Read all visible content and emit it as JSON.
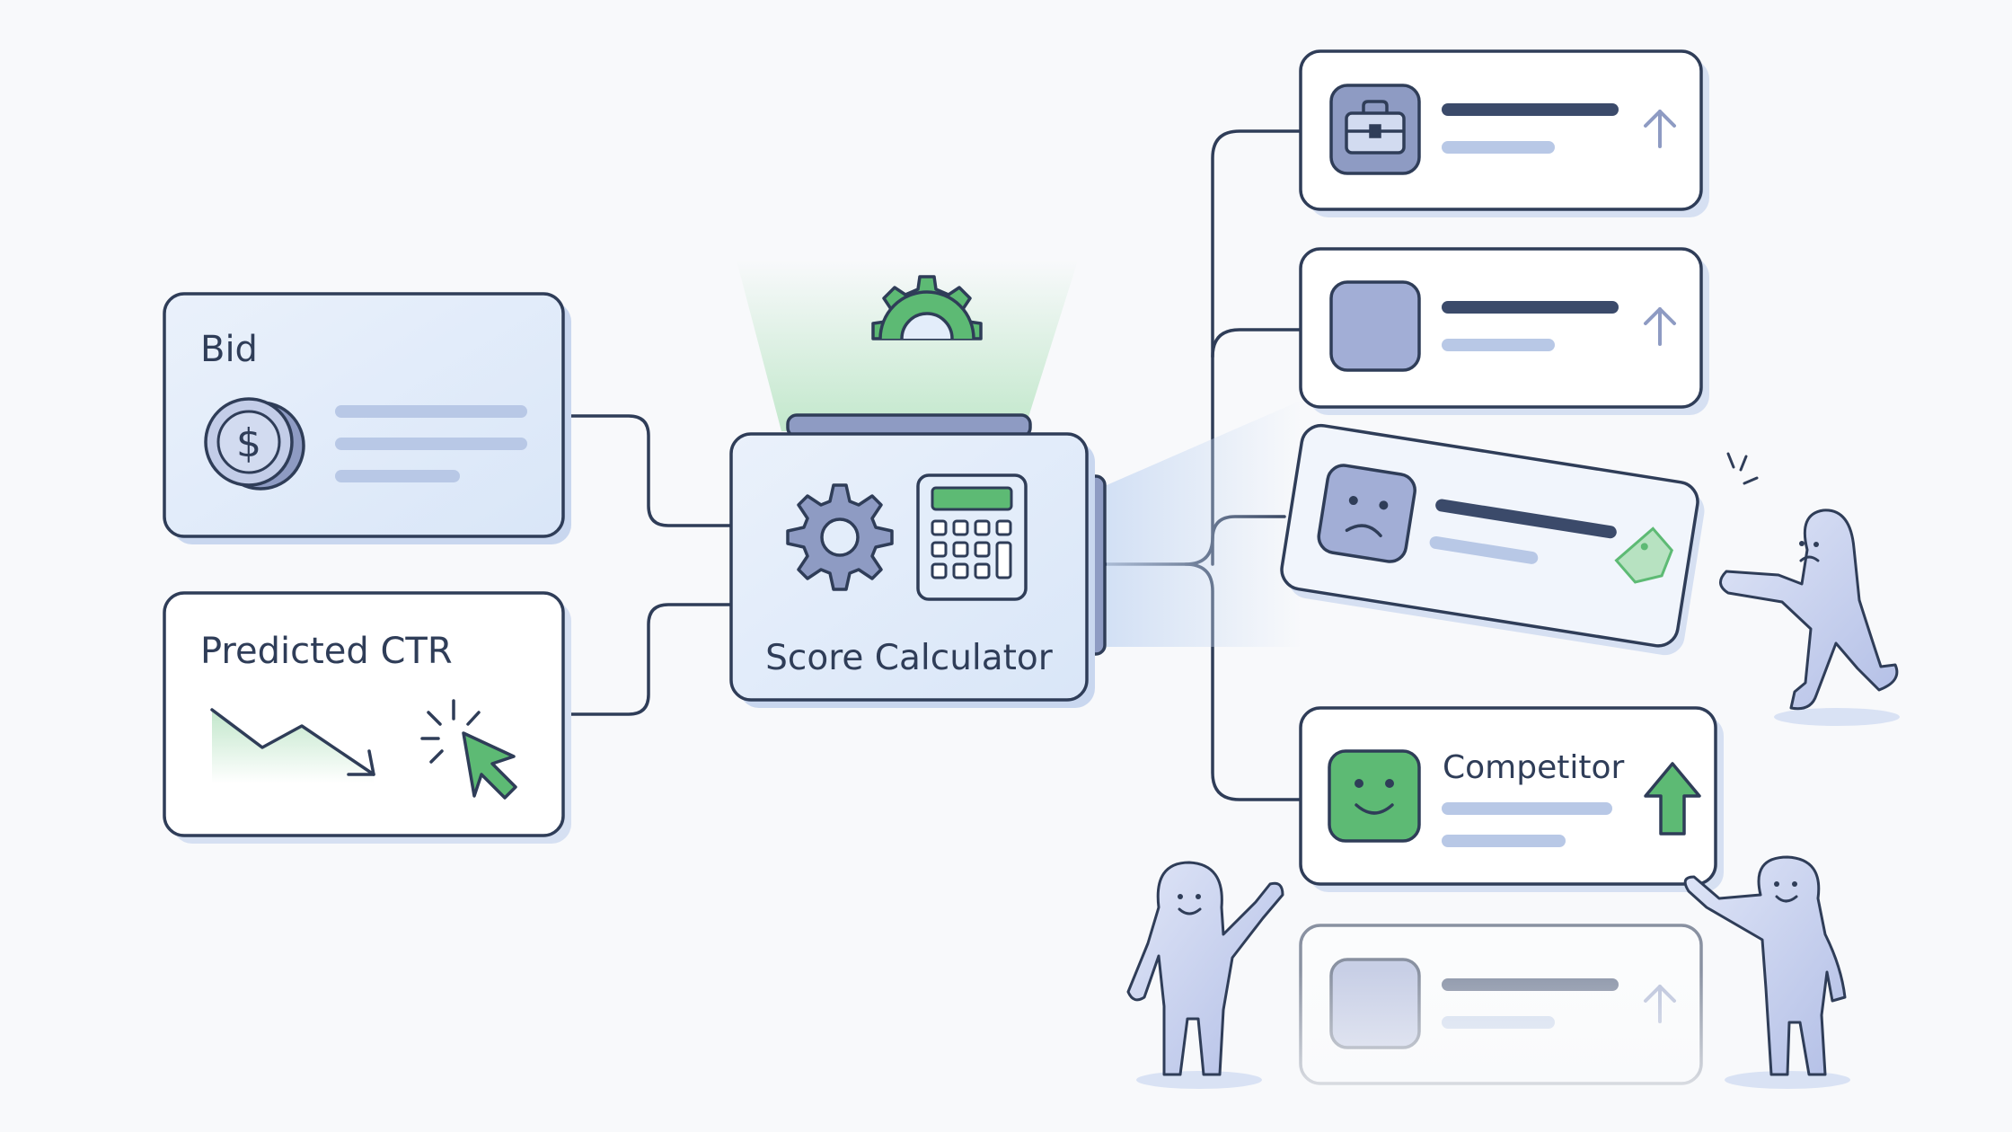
{
  "inputs": {
    "bid": {
      "title": "Bid",
      "icon": "dollar-coin-icon"
    },
    "predicted_ctr": {
      "title": "Predicted CTR",
      "icons": [
        "trend-down-arrow-icon",
        "click-cursor-icon"
      ]
    }
  },
  "calculator": {
    "label": "Score Calculator",
    "icons": [
      "gear-icon",
      "calculator-icon"
    ]
  },
  "ranking": {
    "cards": [
      {
        "icon": "briefcase-icon",
        "arrow": "up-arrow-icon",
        "title": ""
      },
      {
        "icon": "blank-square-icon",
        "arrow": "up-arrow-icon",
        "title": ""
      },
      {
        "icon": "sad-face-icon",
        "tag": "price-tag-icon",
        "title": ""
      },
      {
        "icon": "smile-face-icon",
        "arrow": "up-arrow-icon",
        "title": "Competitor"
      },
      {
        "icon": "blank-square-icon",
        "arrow": "up-arrow-icon",
        "title": ""
      }
    ]
  },
  "colors": {
    "outline": "#2f3d58",
    "panel_blue": "#e3edfa",
    "accent_green": "#5dba74",
    "figure_blue": "#c3cdeb",
    "placeholder_line": "#b8c8e6"
  }
}
